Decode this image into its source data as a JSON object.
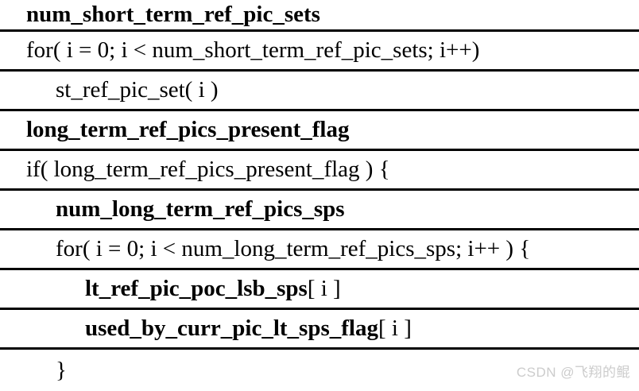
{
  "syntax_table": {
    "rows": [
      {
        "indent": 1,
        "segments": [
          {
            "text": "num_short_term_ref_pic_sets",
            "bold": true
          }
        ]
      },
      {
        "indent": 1,
        "segments": [
          {
            "text": "for( i = 0; i < num_short_term_ref_pic_sets; i++)",
            "bold": false
          }
        ]
      },
      {
        "indent": 2,
        "segments": [
          {
            "text": "st_ref_pic_set( i )",
            "bold": false
          }
        ]
      },
      {
        "indent": 1,
        "segments": [
          {
            "text": "long_term_ref_pics_present_flag",
            "bold": true
          }
        ]
      },
      {
        "indent": 1,
        "segments": [
          {
            "text": "if( long_term_ref_pics_present_flag ) {",
            "bold": false
          }
        ]
      },
      {
        "indent": 2,
        "segments": [
          {
            "text": "num_long_term_ref_pics_sps",
            "bold": true
          }
        ]
      },
      {
        "indent": 2,
        "segments": [
          {
            "text": "for( i = 0; i < num_long_term_ref_pics_sps; i++ ) {",
            "bold": false
          }
        ]
      },
      {
        "indent": 3,
        "segments": [
          {
            "text": "lt_ref_pic_poc_lsb_sps",
            "bold": true
          },
          {
            "text": "[ i ]",
            "bold": false
          }
        ]
      },
      {
        "indent": 3,
        "segments": [
          {
            "text": "used_by_curr_pic_lt_sps_flag",
            "bold": true
          },
          {
            "text": "[ i ]",
            "bold": false
          }
        ]
      },
      {
        "indent": 2,
        "segments": [
          {
            "text": "}",
            "bold": false
          }
        ]
      }
    ]
  },
  "watermark": {
    "text": "CSDN @飞翔的鲲",
    "color": "#cccccc"
  },
  "colors": {
    "text": "#000000",
    "line": "#000000",
    "background": "#ffffff"
  }
}
